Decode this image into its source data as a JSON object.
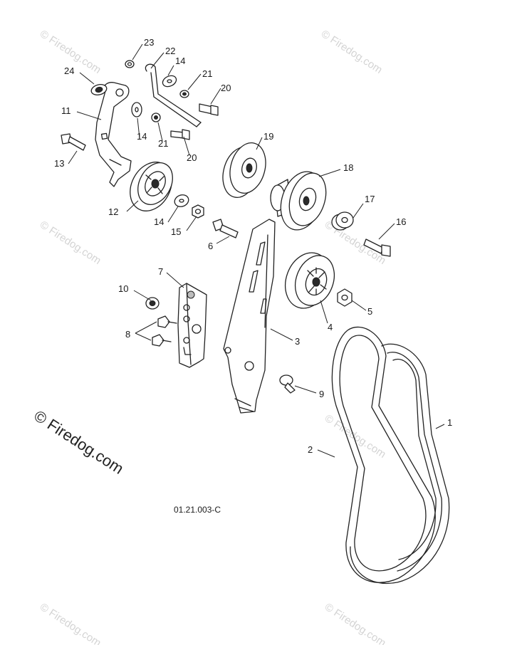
{
  "diagram_code": "01.21.003-C",
  "watermark_main": "© Firedog.com",
  "watermark_faint": "© Firedog.com",
  "callouts": [
    {
      "id": "c1",
      "label": "1"
    },
    {
      "id": "c2",
      "label": "2"
    },
    {
      "id": "c3",
      "label": "3"
    },
    {
      "id": "c4",
      "label": "4"
    },
    {
      "id": "c5",
      "label": "5"
    },
    {
      "id": "c6",
      "label": "6"
    },
    {
      "id": "c7",
      "label": "7"
    },
    {
      "id": "c8",
      "label": "8"
    },
    {
      "id": "c9",
      "label": "9"
    },
    {
      "id": "c10",
      "label": "10"
    },
    {
      "id": "c11",
      "label": "11"
    },
    {
      "id": "c12",
      "label": "12"
    },
    {
      "id": "c13",
      "label": "13"
    },
    {
      "id": "c14a",
      "label": "14"
    },
    {
      "id": "c14b",
      "label": "14"
    },
    {
      "id": "c14c",
      "label": "14"
    },
    {
      "id": "c15",
      "label": "15"
    },
    {
      "id": "c16",
      "label": "16"
    },
    {
      "id": "c17",
      "label": "17"
    },
    {
      "id": "c18",
      "label": "18"
    },
    {
      "id": "c19",
      "label": "19"
    },
    {
      "id": "c20a",
      "label": "20"
    },
    {
      "id": "c20b",
      "label": "20"
    },
    {
      "id": "c21a",
      "label": "21"
    },
    {
      "id": "c21b",
      "label": "21"
    },
    {
      "id": "c22",
      "label": "22"
    },
    {
      "id": "c23",
      "label": "23"
    },
    {
      "id": "c24",
      "label": "24"
    }
  ]
}
